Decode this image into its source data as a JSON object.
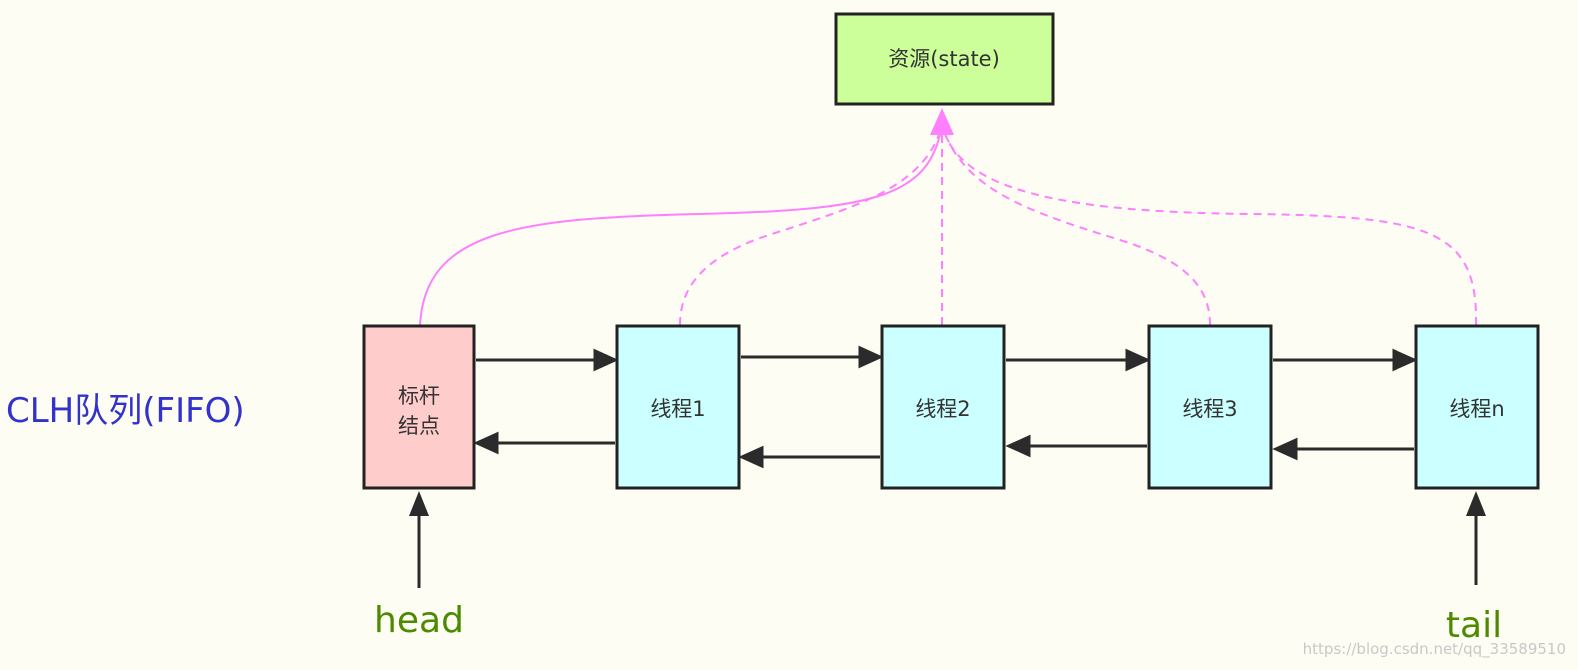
{
  "colors": {
    "background": "#fdfdf3",
    "resource_fill": "#ccff99",
    "sentinel_fill": "#ffcccc",
    "thread_fill": "#ccffff",
    "node_border": "#222222",
    "queue_arrow": "#2b2b2b",
    "state_link": "#ff80ff",
    "queue_title": "#3333cc",
    "pointer_label": "#4d8a00"
  },
  "resource": {
    "label": "资源(state)"
  },
  "queue": {
    "title": "CLH队列(FIFO)"
  },
  "nodes": {
    "sentinel": {
      "line1": "标杆",
      "line2": "结点"
    },
    "thread1": {
      "label": "线程1"
    },
    "thread2": {
      "label": "线程2"
    },
    "thread3": {
      "label": "线程3"
    },
    "threadn": {
      "label": "线程n"
    }
  },
  "pointers": {
    "head": "head",
    "tail": "tail"
  },
  "watermark": "https://blog.csdn.net/qq_33589510"
}
